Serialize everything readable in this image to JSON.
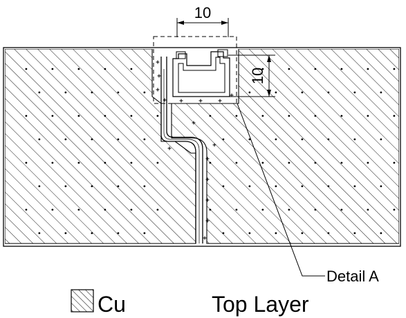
{
  "dimensions": {
    "width_value": "10",
    "height_value": "10"
  },
  "callout": {
    "label": "Detail A"
  },
  "legend": {
    "material": "Cu",
    "layer_title": "Top Layer"
  },
  "colors": {
    "line": "#000000",
    "background": "#ffffff"
  }
}
